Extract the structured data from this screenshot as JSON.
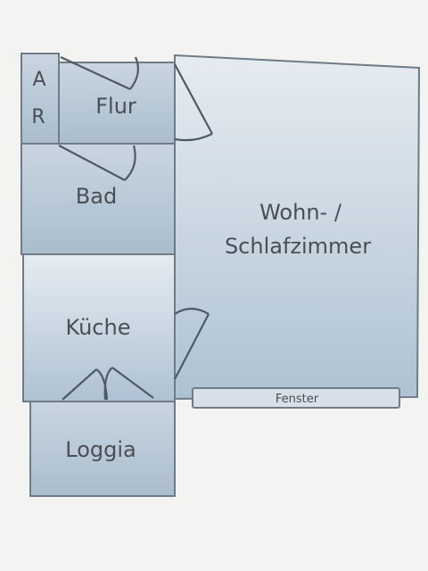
{
  "floorplan": {
    "colors": {
      "background": "#f3f3f1",
      "room_fill_top": "#c4d2de",
      "room_fill_bottom": "#a9bccc",
      "wall": "#6f7c88",
      "text": "#4a4f55"
    },
    "rooms": {
      "abstellraum": {
        "line1": "A",
        "line2": "R"
      },
      "flur": {
        "label": "Flur"
      },
      "bad": {
        "label": "Bad"
      },
      "kueche": {
        "label": "Küche"
      },
      "loggia": {
        "label": "Loggia"
      },
      "wohnen": {
        "line1": "Wohn- /",
        "line2": "Schlafzimmer"
      }
    },
    "window": {
      "label": "Fenster"
    }
  }
}
